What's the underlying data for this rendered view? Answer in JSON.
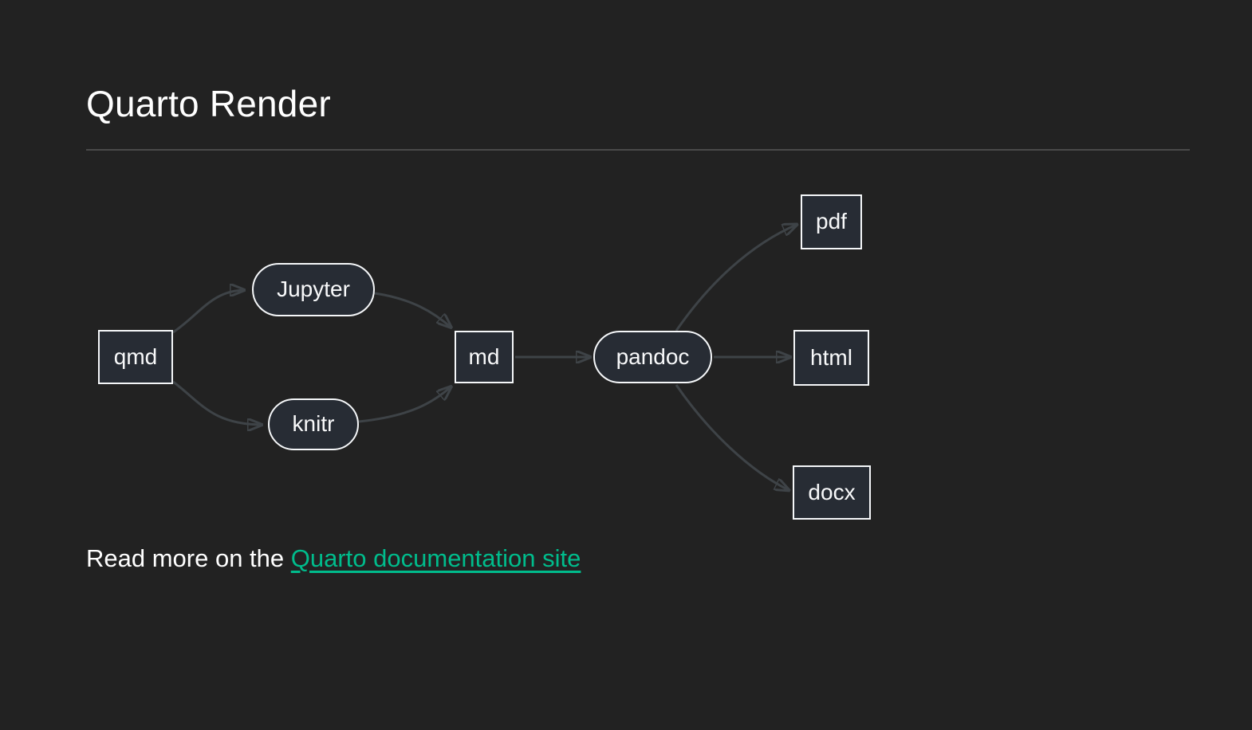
{
  "page": {
    "title": "Quarto Render"
  },
  "diagram": {
    "type": "flowchart",
    "nodes": {
      "qmd": {
        "label": "qmd",
        "shape": "rect"
      },
      "jupyter": {
        "label": "Jupyter",
        "shape": "stadium"
      },
      "knitr": {
        "label": "knitr",
        "shape": "stadium"
      },
      "md": {
        "label": "md",
        "shape": "rect"
      },
      "pandoc": {
        "label": "pandoc",
        "shape": "stadium"
      },
      "pdf": {
        "label": "pdf",
        "shape": "rect"
      },
      "html": {
        "label": "html",
        "shape": "rect"
      },
      "docx": {
        "label": "docx",
        "shape": "rect"
      }
    },
    "edges": [
      {
        "from": "qmd",
        "to": "jupyter"
      },
      {
        "from": "qmd",
        "to": "knitr"
      },
      {
        "from": "jupyter",
        "to": "md"
      },
      {
        "from": "knitr",
        "to": "md"
      },
      {
        "from": "md",
        "to": "pandoc"
      },
      {
        "from": "pandoc",
        "to": "pdf"
      },
      {
        "from": "pandoc",
        "to": "html"
      },
      {
        "from": "pandoc",
        "to": "docx"
      }
    ]
  },
  "footer": {
    "text_before_link": "Read more on the ",
    "link_text": "Quarto documentation site"
  },
  "colors": {
    "background": "#222222",
    "node_fill": "#272c34",
    "node_border": "#f5f7f9",
    "edge": "#3e4347",
    "arrowhead": "#4a4f55",
    "link": "#00bc8c",
    "title_text": "#ffffff",
    "divider": "#4a4a4a"
  }
}
